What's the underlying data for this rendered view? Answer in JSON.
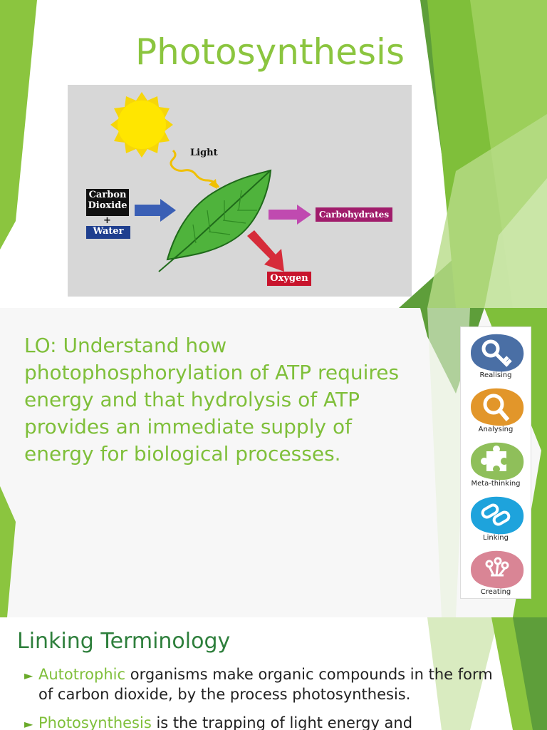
{
  "slide1": {
    "title": "Photosynthesis",
    "diagram": {
      "light": "Light",
      "carbon_dioxide": "Carbon Dioxide",
      "plus": "+",
      "water": "Water",
      "carbohydrates": "Carbohydrates",
      "oxygen": "Oxygen"
    }
  },
  "slide2": {
    "lo_text": "LO: Understand how photophosphorylation of ATP requires energy and that hydrolysis of ATP provides an immediate supply of energy for biological processes.",
    "skills": [
      {
        "label": "Realising",
        "color": "#4a6fa5",
        "icon": "key-icon"
      },
      {
        "label": "Analysing",
        "color": "#e2962a",
        "icon": "magnifier-icon"
      },
      {
        "label": "Meta-thinking",
        "color": "#8fbf5a",
        "icon": "puzzle-icon"
      },
      {
        "label": "Linking",
        "color": "#1ea3dc",
        "icon": "chain-link-icon"
      },
      {
        "label": "Creating",
        "color": "#d98595",
        "icon": "creating-icon"
      }
    ]
  },
  "slide3": {
    "title": "Linking Terminology",
    "bullets": [
      {
        "term": "Autotrophic",
        "rest": " organisms make organic compounds in the form of carbon dioxide, by the process photosynthesis."
      },
      {
        "term": "Photosynthesis",
        "rest": " is the trapping of light energy and"
      }
    ]
  },
  "colors": {
    "accent_green": "#8bc53f",
    "dark_green": "#2e7f3c",
    "co2_box": "#111111",
    "water_box": "#1f3f8f",
    "carbs_box": "#a01c6b",
    "oxygen_box": "#c8142c"
  }
}
